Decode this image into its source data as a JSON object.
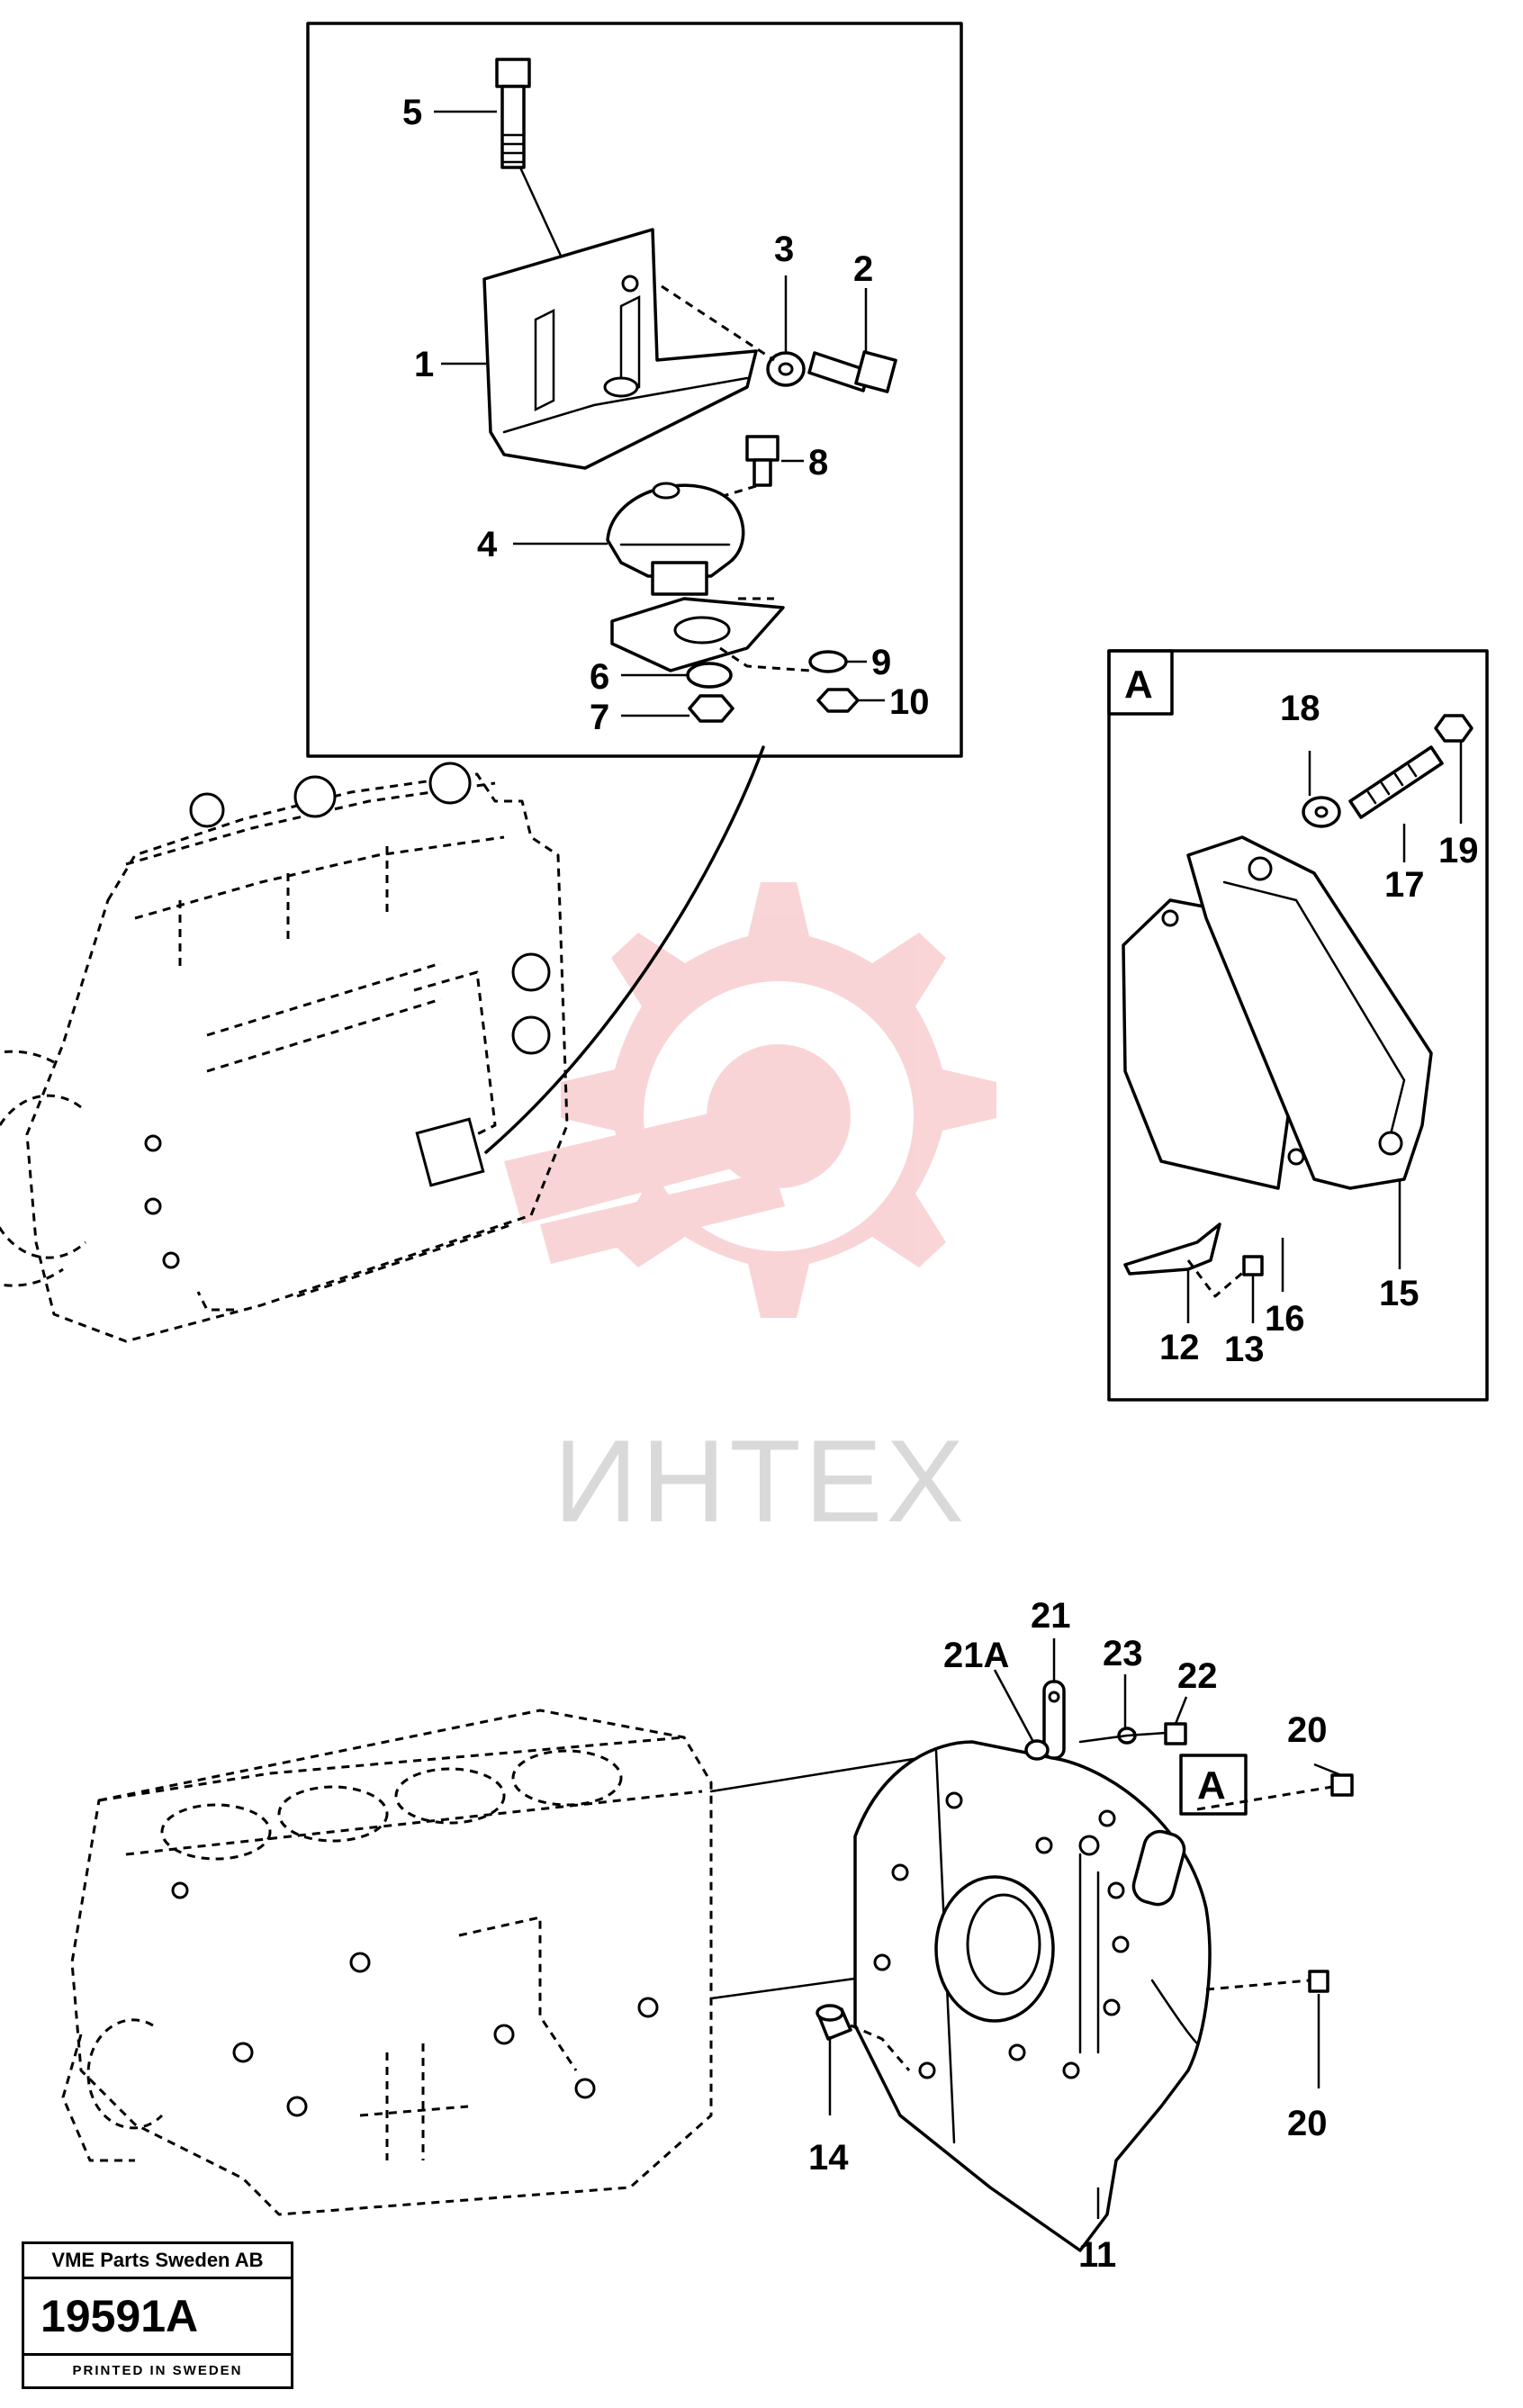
{
  "watermark": {
    "text": "ИНТЕХ",
    "color": "#e8424a"
  },
  "callouts": {
    "c1": "1",
    "c2": "2",
    "c3": "3",
    "c4": "4",
    "c5": "5",
    "c6": "6",
    "c7": "7",
    "c8": "8",
    "c9": "9",
    "c10": "10",
    "c11": "11",
    "c12": "12",
    "c13": "13",
    "c14": "14",
    "c15": "15",
    "c16": "16",
    "c17": "17",
    "c18": "18",
    "c19": "19",
    "c20a": "20",
    "c20b": "20",
    "c21": "21",
    "c21a": "21A",
    "c22": "22",
    "c23": "23"
  },
  "detail_markers": {
    "box_label": "A",
    "ref_label": "A"
  },
  "stamp": {
    "company": "VME Parts Sweden AB",
    "number": "19591A",
    "printed": "PRINTED IN SWEDEN"
  },
  "icons": [
    "gear-wrench-watermark-icon"
  ]
}
